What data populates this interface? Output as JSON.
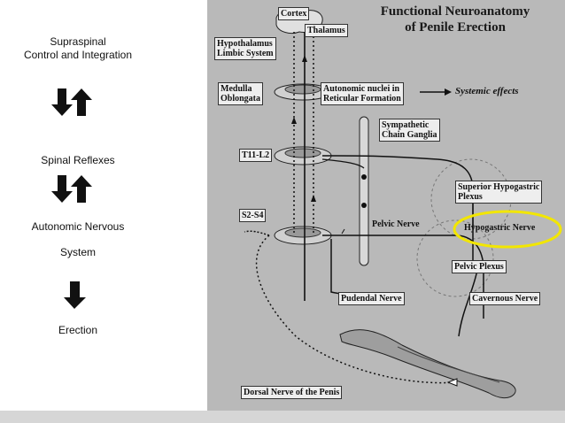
{
  "left_panel": {
    "supraspinal": [
      "Supraspinal",
      "Control and Integration"
    ],
    "spinal_reflexes": "Spinal Reflexes",
    "autonomic": [
      "Autonomic  Nervous",
      "System"
    ],
    "erection": "Erection"
  },
  "diagram": {
    "title": [
      "Functional Neuroanatomy",
      "of Penile Erection"
    ],
    "labels": {
      "cortex": "Cortex",
      "thalamus": "Thalamus",
      "hypothalamus": [
        "Hypothalamus",
        "Limbic System"
      ],
      "medulla": [
        "Medulla",
        "Oblongata"
      ],
      "autonomic_nuclei": [
        "Autonomic nuclei in",
        "Reticular Formation"
      ],
      "systemic_effects": "Systemic effects",
      "sympathetic": [
        "Sympathetic",
        "Chain Ganglia"
      ],
      "t11_l2": "T11-L2",
      "s2_s4": "S2-S4",
      "superior_hypogastric": [
        "Superior Hypogastric",
        "Plexus"
      ],
      "pelvic_nerve": "Pelvic Nerve",
      "hypogastric_nerve": "Hypogastric Nerve",
      "pelvic_plexus": "Pelvic Plexus",
      "pudendal_nerve": "Pudendal Nerve",
      "cavernous_nerve": "Cavernous Nerve",
      "dorsal_nerve": "Dorsal Nerve of the Penis"
    }
  },
  "colors": {
    "highlight": "#f2e600",
    "panel_bg": "#b9b9b9"
  },
  "icons": [
    "arrow-down-icon",
    "arrow-up-icon"
  ]
}
